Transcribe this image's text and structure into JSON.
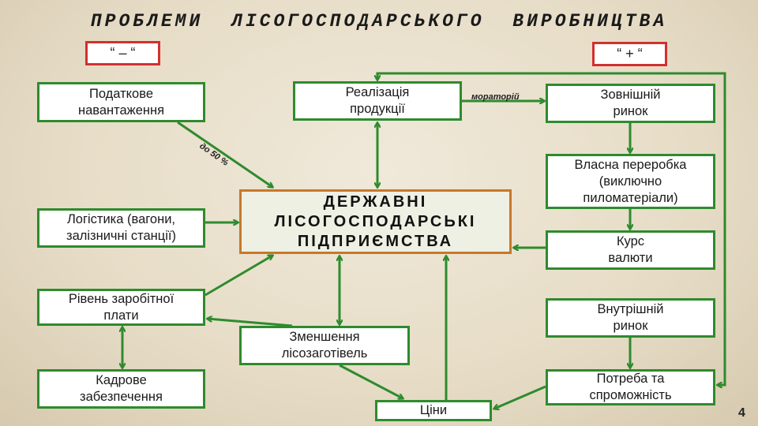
{
  "title": "ПРОБЛЕМИ ЛІСОГОСПОДАРСЬКОГО ВИРОБНИЦТВА",
  "minus_label": "“ – “",
  "plus_label": "“ + “",
  "center": "ДЕРЖАВНІ\nЛІСОГОСПОДАРСЬКІ\nПІДПРИЄМСТВА",
  "boxes": {
    "tax": "Податкове\nнавантаження",
    "logistics": "Логістика (вагони,\nзалізничні станції)",
    "wages": "Рівень заробітної\nплати",
    "staff": "Кадрове\nзабезпечення",
    "sales": "Реалізація\nпродукції",
    "reduction": "Зменшення\nлісозаготівель",
    "prices": "Ціни",
    "external": "Зовнішній\nринок",
    "processing": "Власна переробка\n(виключно\nпиломатеріали)",
    "rate": "Курс\nвалюти",
    "internal": "Внутрішній\nринок",
    "demand": "Потреба та\nспроможність"
  },
  "labels": {
    "tax_share": "до 50 %",
    "moratorium": "мораторій"
  },
  "page_number": "4"
}
